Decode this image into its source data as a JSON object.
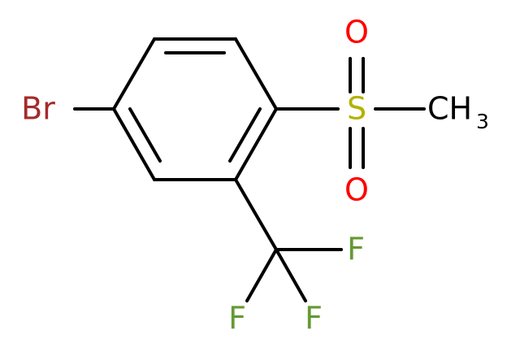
{
  "atoms": {
    "bromine": {
      "text": "Br",
      "color": "#a52a2a"
    },
    "sulfur": {
      "text": "S",
      "color": "#b2b200"
    },
    "oxygen_top": {
      "text": "O",
      "color": "#ff0000"
    },
    "oxygen_bottom": {
      "text": "O",
      "color": "#ff0000"
    },
    "methyl": {
      "text": "CH",
      "subscript": "3",
      "color": "#000000"
    },
    "fluorine_right": {
      "text": "F",
      "color": "#669933"
    },
    "fluorine_left": {
      "text": "F",
      "color": "#669933"
    },
    "fluorine_bottom": {
      "text": "F",
      "color": "#669933"
    }
  },
  "bond_color": "#000000"
}
